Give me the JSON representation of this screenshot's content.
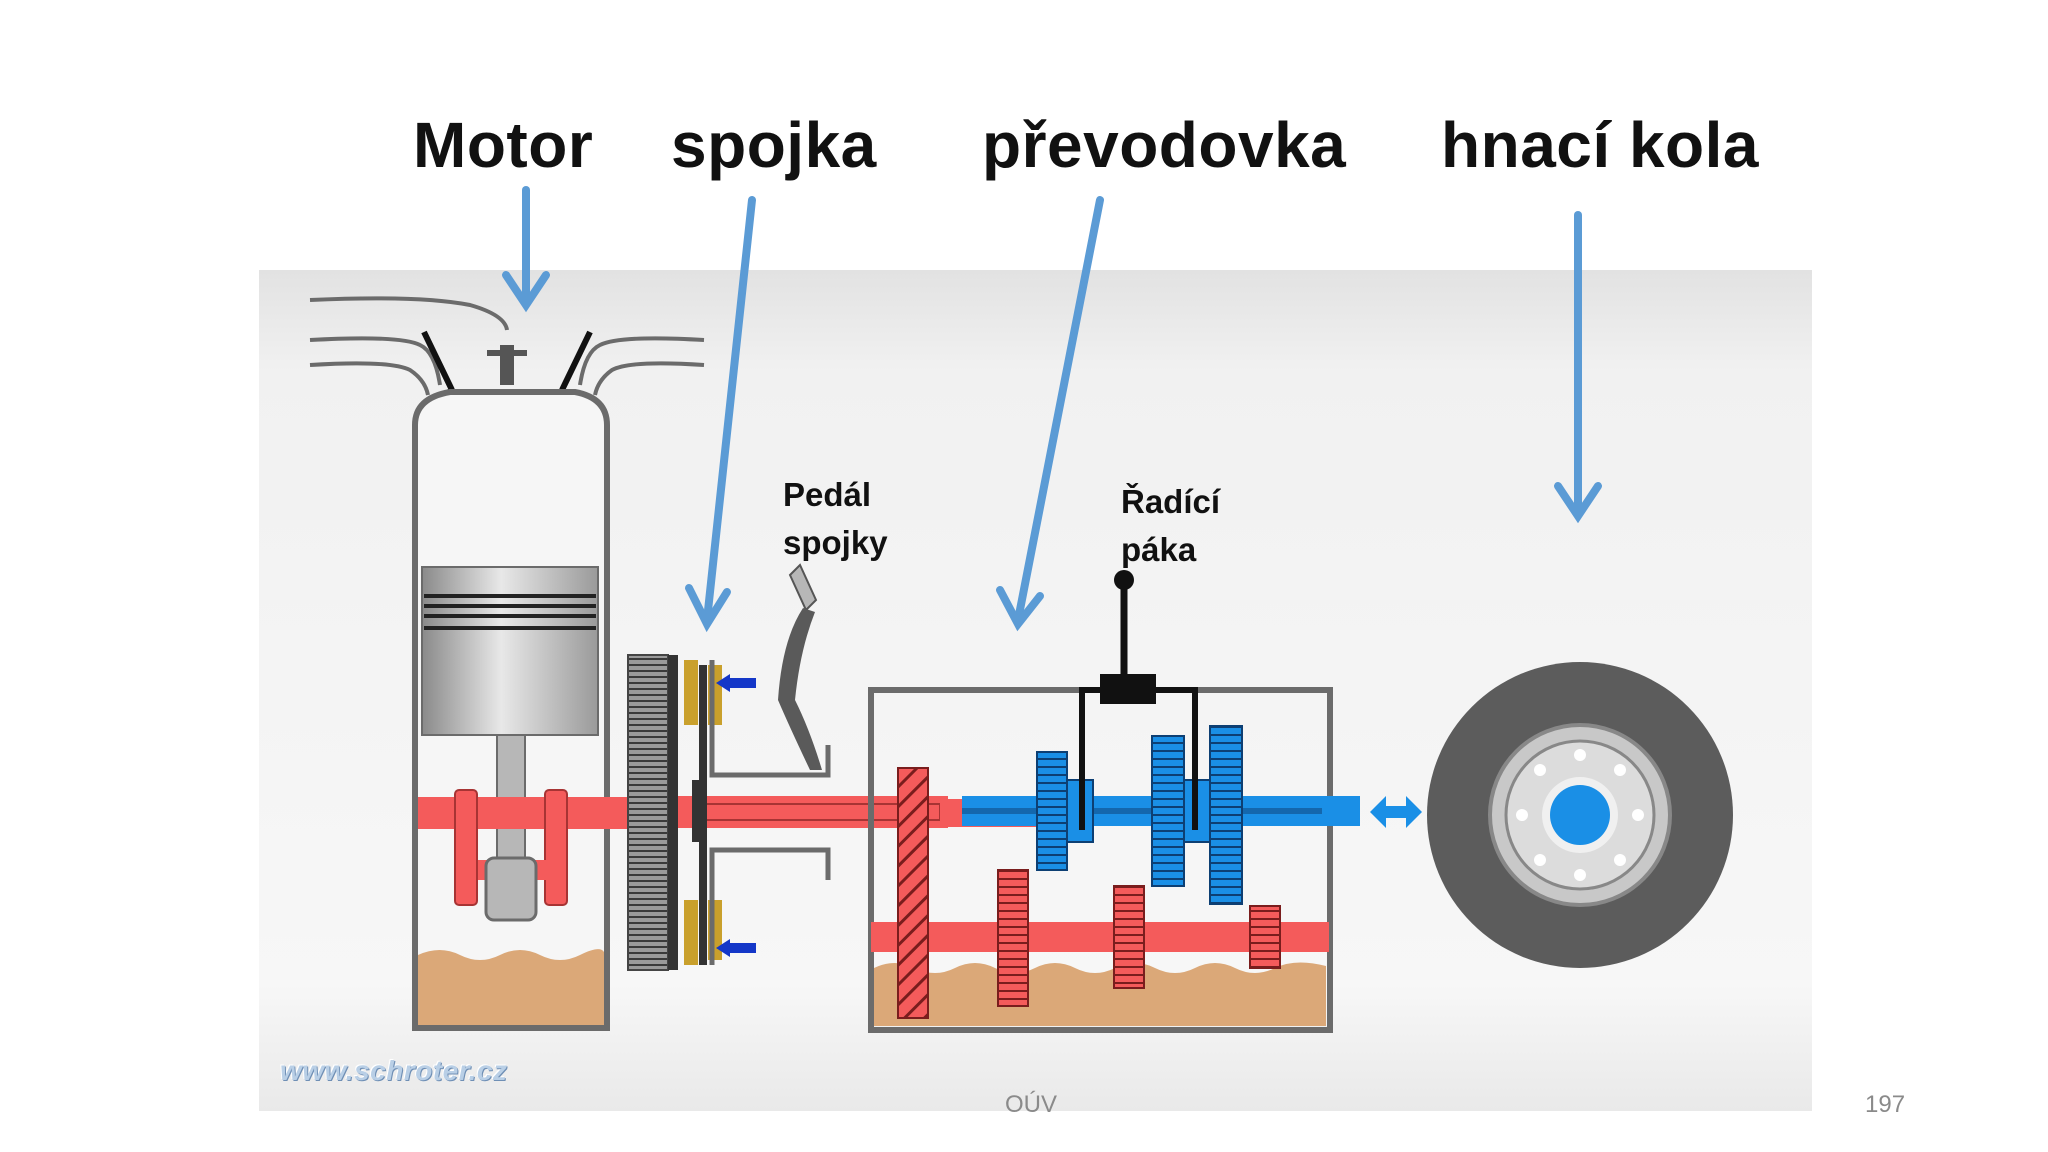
{
  "headings": {
    "motor": "Motor",
    "spojka": "spojka",
    "prevodovka": "převodovka",
    "hnaci_kola": "hnací kola"
  },
  "labels": {
    "pedal_line1": "Pedál",
    "pedal_line2": "spojky",
    "paka_line1": "Řadící",
    "paka_line2": "páka"
  },
  "watermark": "www.schroter.cz",
  "footer": {
    "center": "OÚV",
    "page_number": "197"
  },
  "colors": {
    "arrow_blue": "#5b9bd5",
    "shaft_red": "#f45b5b",
    "gear_blue": "#1a8fe6",
    "oil_tan": "#dba878",
    "housing_gray": "#6b6b6b",
    "tire_dark": "#5c5c5c"
  }
}
